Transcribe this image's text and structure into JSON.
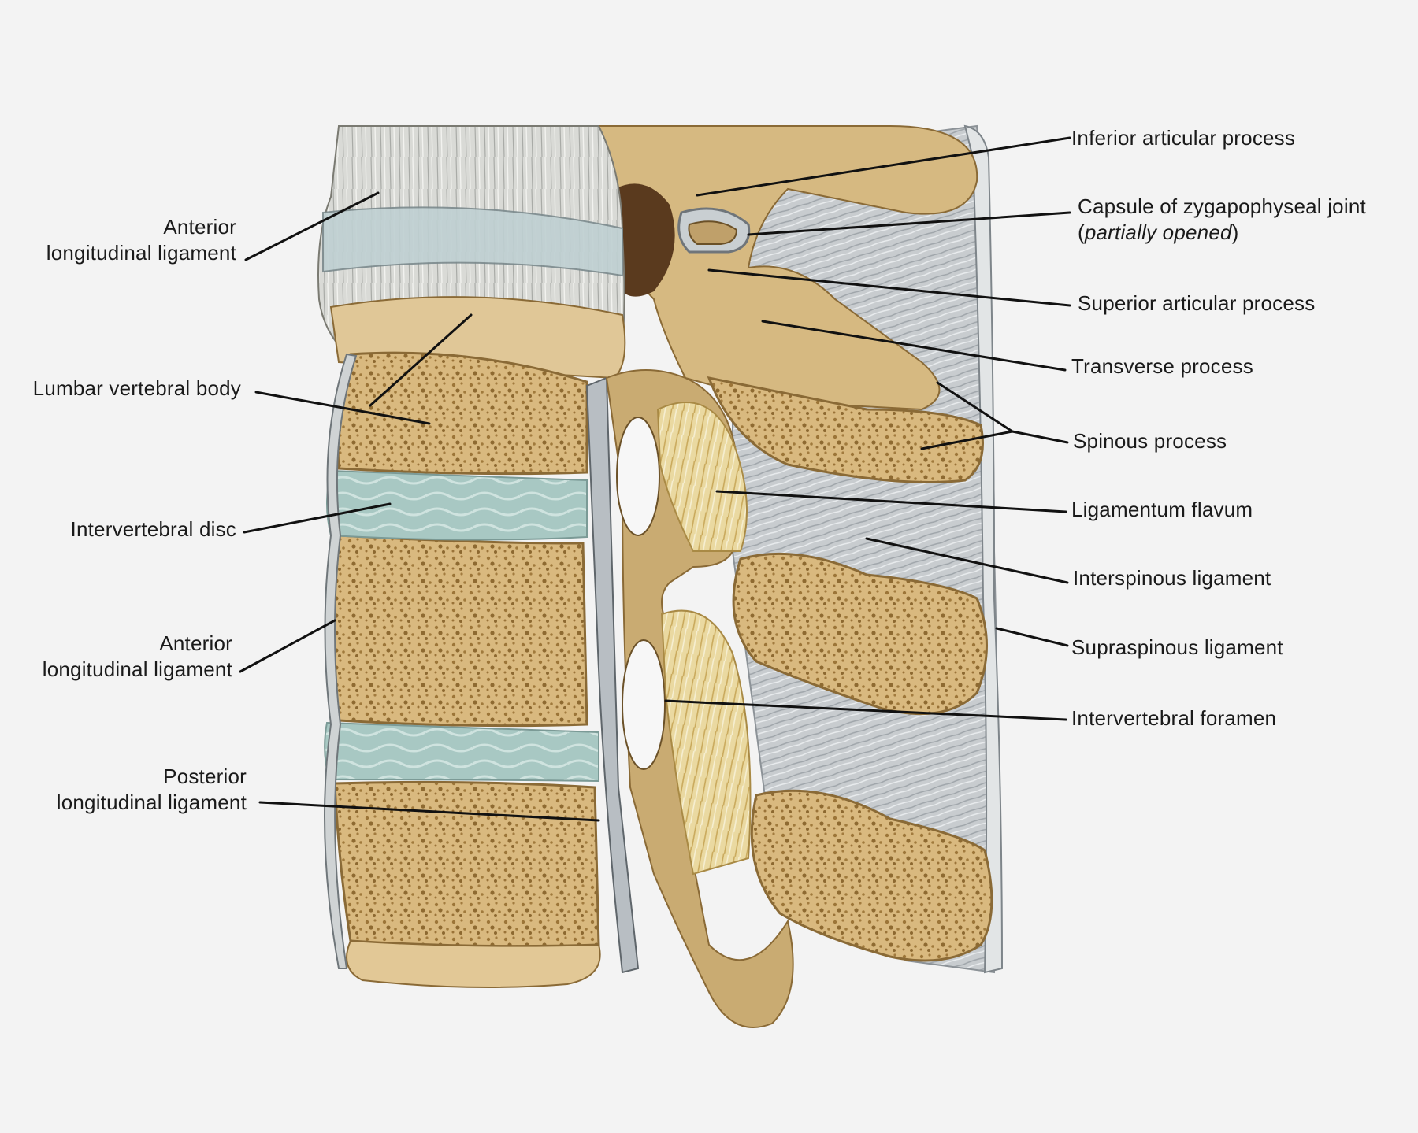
{
  "labels": {
    "left": {
      "anterior_longitudinal_ligament_upper": [
        "Anterior",
        "longitudinal ligament"
      ],
      "lumbar_vertebral_body": "Lumbar vertebral body",
      "intervertebral_disc": "Intervertebral disc",
      "anterior_longitudinal_ligament_lower": [
        "Anterior",
        "longitudinal ligament"
      ],
      "posterior_longitudinal_ligament": [
        "Posterior",
        "longitudinal ligament"
      ]
    },
    "right": {
      "inferior_articular_process": "Inferior articular process",
      "capsule_of_zygapophyseal_joint": "Capsule of zygapophyseal joint",
      "capsule_note_open": "(",
      "capsule_note_italic": "partially opened",
      "capsule_note_close": ")",
      "superior_articular_process": "Superior articular process",
      "transverse_process": "Transverse process",
      "spinous_process": "Spinous process",
      "ligamentum_flavum": "Ligamentum flavum",
      "interspinous_ligament": "Interspinous ligament",
      "supraspinous_ligament": "Supraspinous ligament",
      "intervertebral_foramen": "Intervertebral foramen"
    }
  },
  "colors": {
    "background": "#f3f3f3",
    "bone": "#d8bb84",
    "bone_dark": "#8a6a36",
    "disc": "#a9c9c4",
    "ligament_grey": "#c9cdd0",
    "ligament_flavum": "#e6d49a",
    "leader_line": "#111111"
  }
}
